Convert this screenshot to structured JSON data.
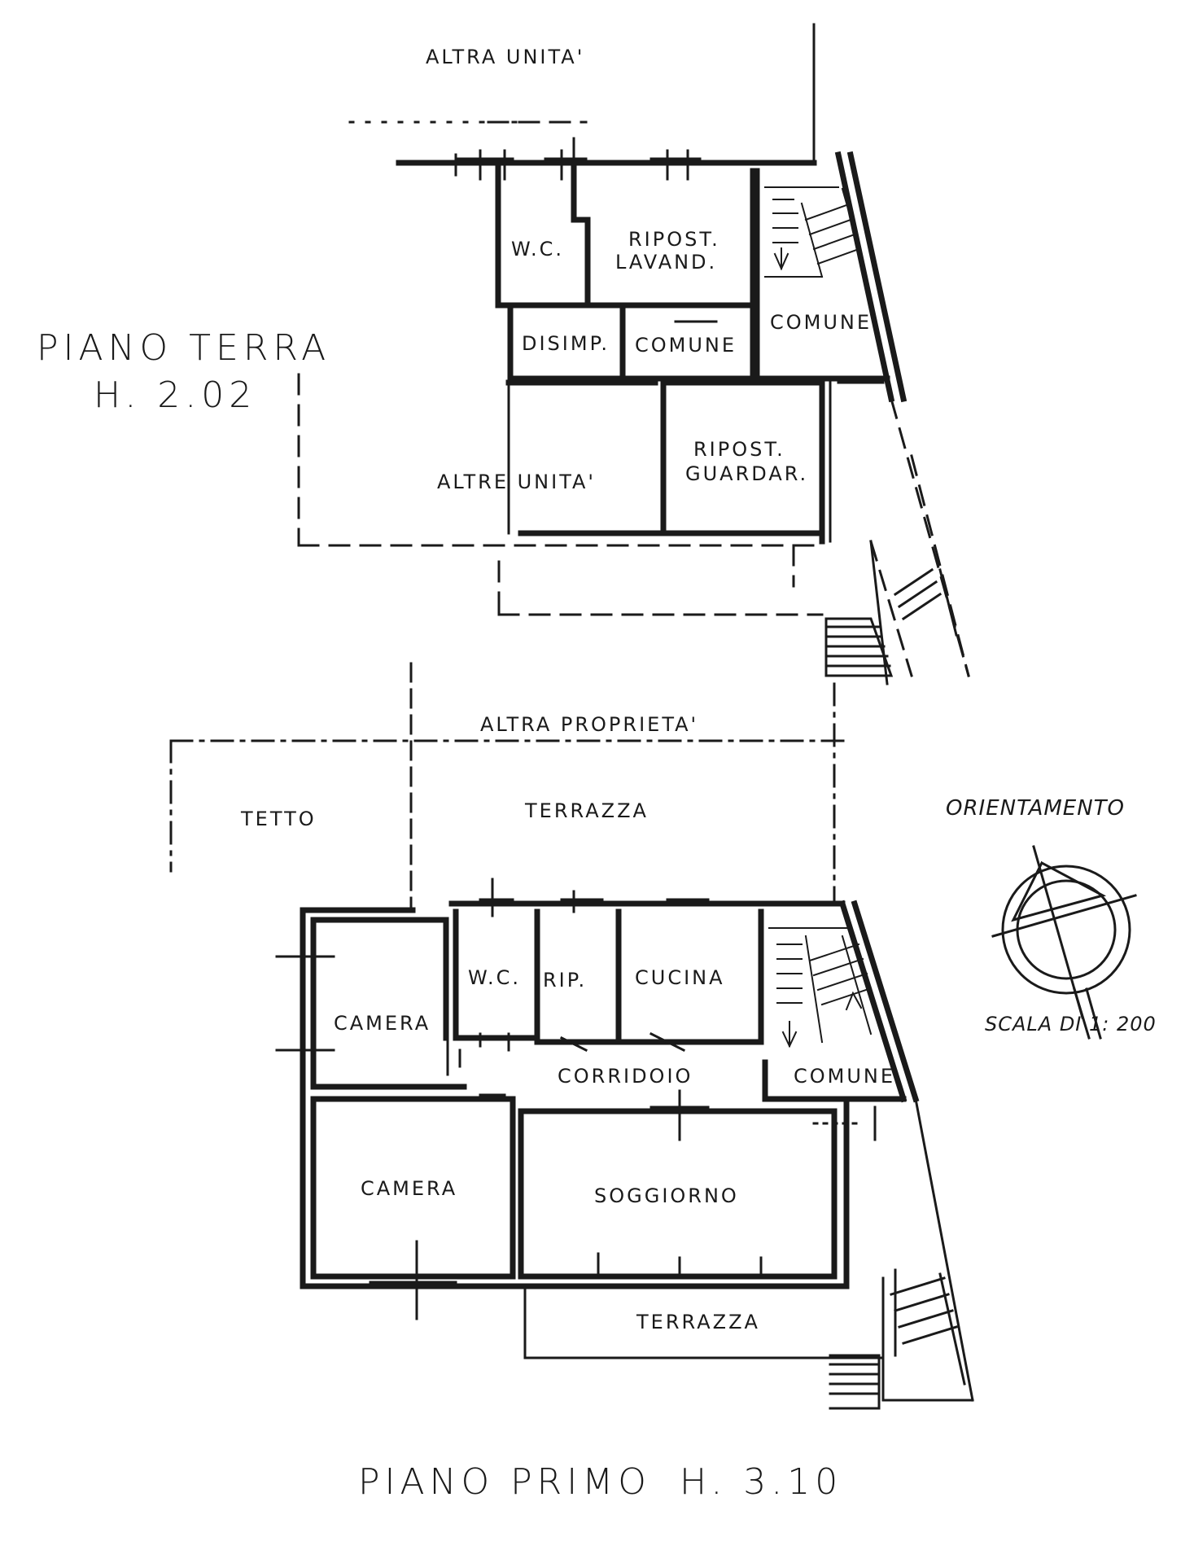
{
  "ground_floor": {
    "title": "PIANO TERRA",
    "height": "H. 2.02",
    "other_unit_top": "ALTRA UNITA'",
    "rooms": {
      "wc": "W.C.",
      "storage_laundry_1": "RIPOST.",
      "storage_laundry_2": "LAVAND.",
      "common_right": "COMUNE",
      "hallway": "DISIMP.",
      "common_center": "COMUNE",
      "other_units": "ALTRE UNITA'",
      "storage_wardrobe_1": "RIPOST.",
      "storage_wardrobe_2": "GUARDAR."
    }
  },
  "first_floor": {
    "title": "PIANO PRIMO",
    "height": "H. 3.10",
    "other_property": "ALTRA PROPRIETA'",
    "rooms": {
      "roof": "TETTO",
      "terrace_top": "TERRAZZA",
      "wc": "W.C.",
      "storage": "RIP.",
      "kitchen": "CUCINA",
      "bedroom_1": "CAMERA",
      "corridor": "CORRIDOIO",
      "common": "COMUNE",
      "bedroom_2": "CAMERA",
      "living_room": "SOGGIORNO",
      "terrace_bottom": "TERRAZZA"
    }
  },
  "orientation": {
    "title": "ORIENTAMENTO",
    "scale": "SCALA DI 1: 200"
  }
}
